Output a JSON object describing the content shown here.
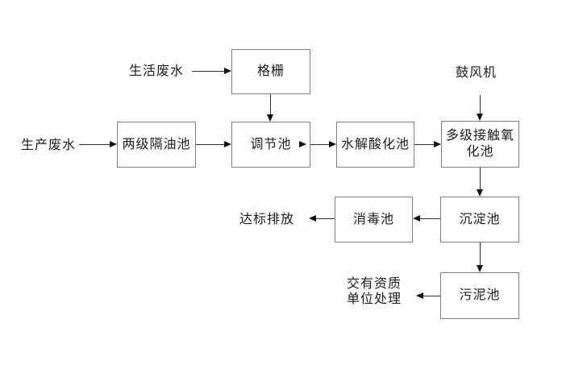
{
  "diagram": {
    "type": "flowchart",
    "background_color": "#ffffff",
    "box_border_color": "#7d7d7d",
    "line_color": "#2e2e2e",
    "text_color": "#1c1c1c",
    "inputs": {
      "domestic_wastewater": "生活废水",
      "production_wastewater": "生产废水",
      "blower": "鼓风机"
    },
    "nodes": {
      "bar_screen": "格栅",
      "two_stage_oil_separator": "两级隔油池",
      "regulating_tank": "调节池",
      "hydrolysis_acidification_tank": "水解酸化池",
      "multi_stage_contact_oxidation_tank": "多级接触氧化池",
      "sedimentation_tank": "沉淀池",
      "disinfection_tank": "消毒池",
      "sludge_tank": "污泥池"
    },
    "outputs": {
      "standard_discharge": "达标排放",
      "qualified_unit_disposal": "交有资质\n单位处理"
    },
    "flows": [
      "生活废水 → 格栅",
      "格栅 → 调节池",
      "生产废水 → 两级隔油池",
      "两级隔油池 → 调节池",
      "调节池 → 水解酸化池",
      "水解酸化池 → 多级接触氧化池",
      "鼓风机 → 多级接触氧化池",
      "多级接触氧化池 → 沉淀池",
      "沉淀池 → 消毒池",
      "消毒池 → 达标排放",
      "沉淀池 → 污泥池",
      "污泥池 → 交有资质单位处理"
    ]
  }
}
